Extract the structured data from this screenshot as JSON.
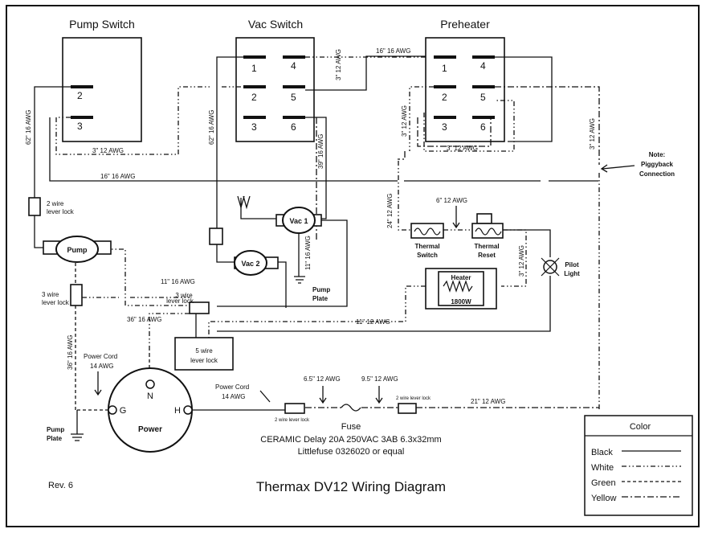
{
  "switches": {
    "pump": {
      "title": "Pump Switch",
      "pins": [
        "2",
        "3"
      ]
    },
    "vac": {
      "title": "Vac Switch",
      "pins": [
        "1",
        "4",
        "2",
        "5",
        "3",
        "6"
      ]
    },
    "preheater": {
      "title": "Preheater",
      "pins": [
        "1",
        "4",
        "2",
        "5",
        "3",
        "6"
      ]
    }
  },
  "components": {
    "pump": "Pump",
    "vac1": "Vac 1",
    "vac2": "Vac 2",
    "thermal_switch": "Thermal\nSwitch",
    "thermal_switch_l1": "Thermal",
    "thermal_switch_l2": "Switch",
    "thermal_reset_l1": "Thermal",
    "thermal_reset_l2": "Reset",
    "heater_l1": "Heater",
    "heater_l2": "1800W",
    "pilot_l1": "Pilot",
    "pilot_l2": "Light",
    "power": "Power",
    "power_pins": [
      "N",
      "G",
      "H"
    ],
    "five_wire_l1": "5 wire",
    "five_wire_l2": "lever lock",
    "pump_plate_l1": "Pump",
    "pump_plate_l2": "Plate"
  },
  "wire_labels": {
    "w62_pump": "62\" 16 AWG",
    "w3_12_pump": "3\" 12 AWG",
    "w62_vac": "62\" 16 AWG",
    "w3_12_vac": "3\" 12 AWG",
    "w16_top": "16\" 16 AWG",
    "w39": "39\" 16 AWG",
    "w3_12_pre_left": "3\" 12 AWG",
    "w3_12_pre_bottom": "3\" 12 AWG",
    "w3_12_pre_right": "3\" 12 AWG",
    "w16_mid": "16\" 16 AWG",
    "w24": "24\" 12 AWG",
    "w6": "6\" 12 AWG",
    "w3_12_heater": "3\" 12 AWG",
    "w11_vac1": "11\" 16 AWG",
    "w11_vac2": "11\" 16 AWG",
    "w11_12": "11\" 12 AWG",
    "w36_top": "36\" 16 AWG",
    "w36_side": "36\" 16 AWG",
    "w6_5": "6.5\" 12 AWG",
    "w9_5": "9.5\" 12 AWG",
    "w21": "21\" 12 AWG",
    "cord_l1": "Power Cord",
    "cord_l2": "14 AWG",
    "cord_r1": "Power Cord",
    "cord_r2": "14 AWG",
    "two_wire_l1": "2 wire",
    "two_wire_l2": "lever lock",
    "three_wire_l1": "3 wire",
    "three_wire_l2": "lever lock",
    "three_wire_mid_l1": "3 wire",
    "three_wire_mid_l2": "lever lock",
    "two_wire_bottom": "2 wire lever lock",
    "two_wire_bottom2": "2 wire lever lock"
  },
  "note": {
    "l1": "Note:",
    "l2": "Piggyback",
    "l3": "Connection"
  },
  "fuse": {
    "title": "Fuse",
    "line1": "CERAMIC Delay 20A 250VAC 3AB 6.3x32mm",
    "line2": "Littlefuse 0326020 or equal"
  },
  "footer": {
    "rev": "Rev. 6",
    "title": "Thermax DV12 Wiring Diagram"
  },
  "legend": {
    "title": "Color",
    "items": [
      {
        "label": "Black",
        "style": "solid"
      },
      {
        "label": "White",
        "style": "dash-dot-dot"
      },
      {
        "label": "Green",
        "style": "dashed"
      },
      {
        "label": "Yellow",
        "style": "dash-dot"
      }
    ]
  }
}
